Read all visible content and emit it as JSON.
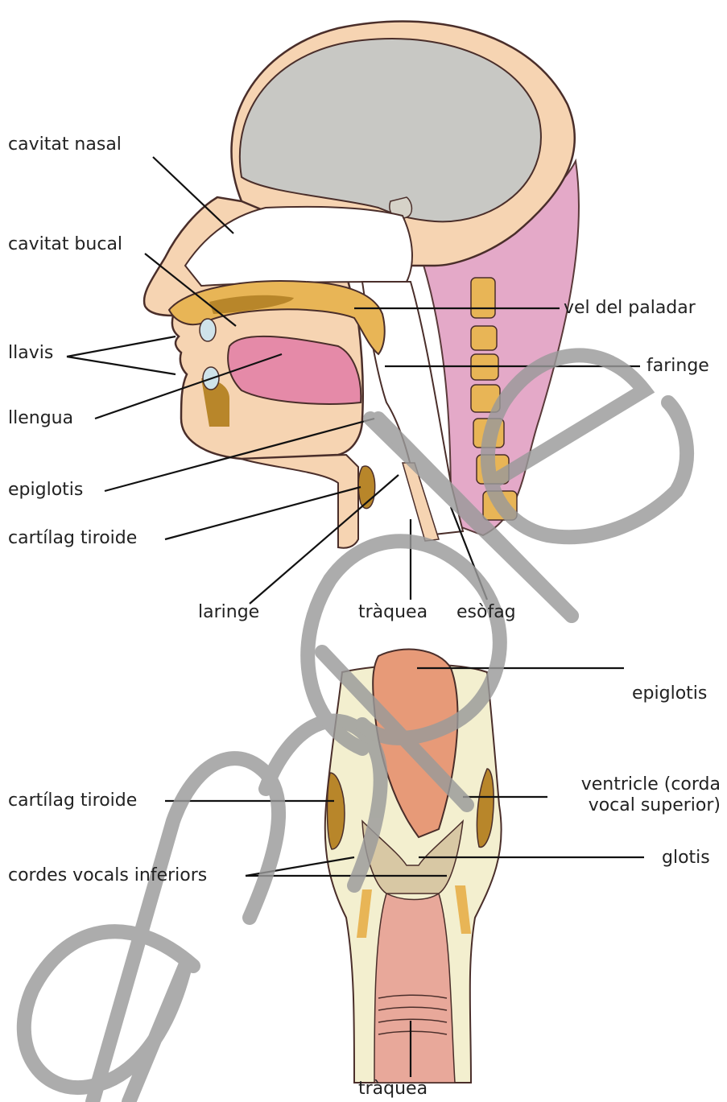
{
  "labels": {
    "cavitat_nasal": "cavitat nasal",
    "cavitat_bucal": "cavitat bucal",
    "llavis": "llavis",
    "llengua": "llengua",
    "epiglotis_top": "epiglotis",
    "cartilag_tiroide_top": "cartílag tiroide",
    "laringe": "laringe",
    "traquea_top": "tràquea",
    "esofag": "esòfag",
    "vel_del_paladar": "vel del paladar",
    "faringe": "faringe",
    "epiglotis_bottom": "epiglotis",
    "ventricle_line1": "ventricle (corda",
    "ventricle_line2": "vocal superior)",
    "cartilag_tiroide_bottom": "cartílag tiroide",
    "glotis": "glotis",
    "cordes_vocals_inferiors": "cordes vocals inferiors",
    "traquea_bottom": "tràquea"
  },
  "watermark": "ample",
  "colors": {
    "skin": "#f6d4b2",
    "brain": "#c8c8c4",
    "bone": "#e8b556",
    "bone_dark": "#b8862a",
    "tongue": "#e58aa8",
    "neck_pink": "#e4a9c8",
    "cartilage": "#f3efcf",
    "epiglottis": "#e79a78",
    "trachea": "#e8a89a",
    "watermark": "#9a9a9a"
  }
}
